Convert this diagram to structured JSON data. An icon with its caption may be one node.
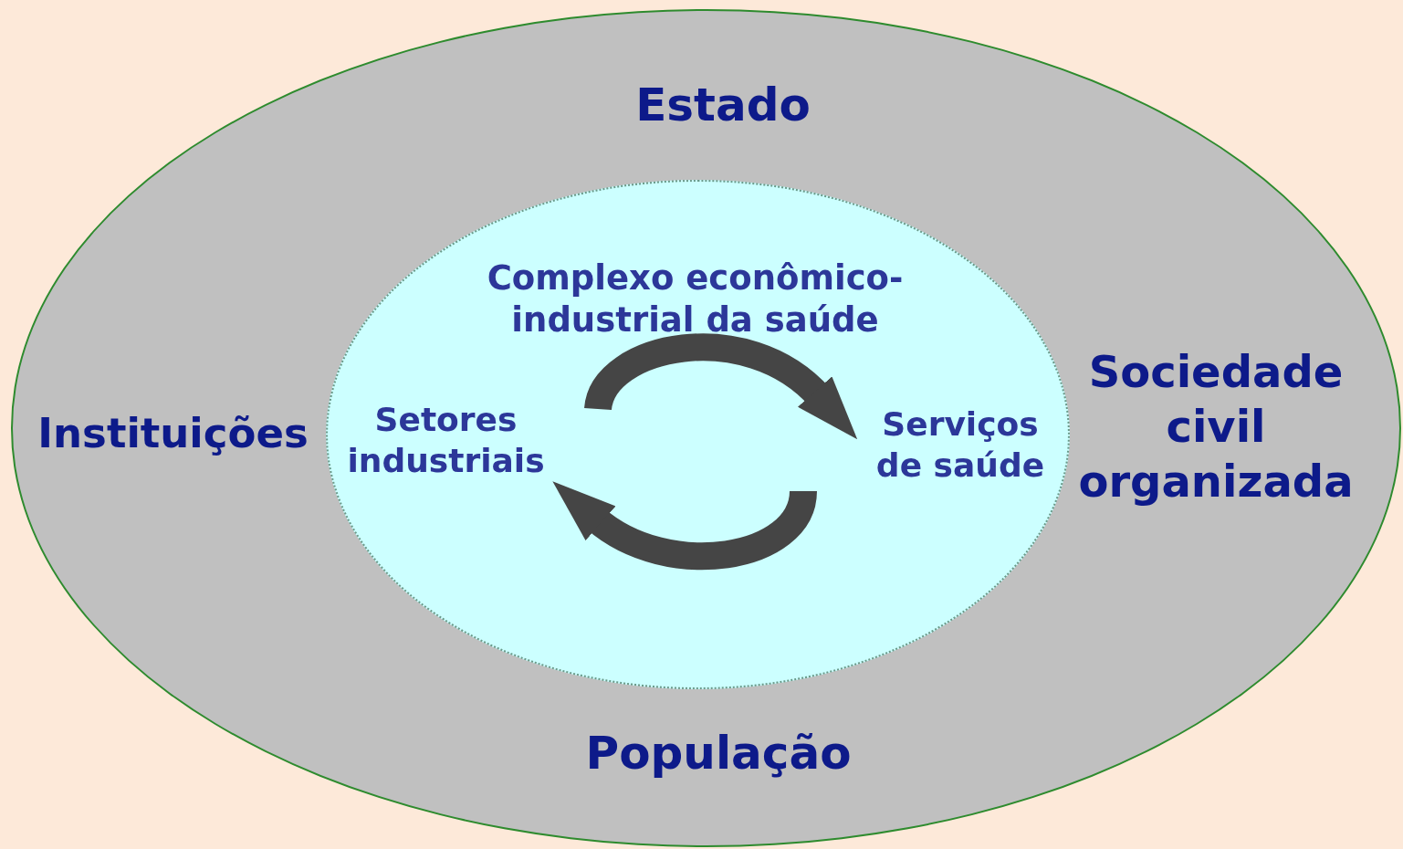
{
  "diagram": {
    "nodes": [
      {
        "text": [
          "Estado",
          "Instituições",
          "Sociedade civil organizada",
          "População"
        ]
      },
      {
        "text": [
          "Complexo econômico-industrial da saúde"
        ],
        "in": 0
      },
      {
        "text": [
          "Setores industriais"
        ],
        "in": 1
      },
      {
        "text": [
          "Serviços de saúde"
        ],
        "in": 1
      }
    ],
    "edges": [
      {
        "from": 2,
        "to": 3,
        "arrow": "to"
      },
      {
        "from": 3,
        "to": 2,
        "arrow": "to"
      }
    ]
  }
}
